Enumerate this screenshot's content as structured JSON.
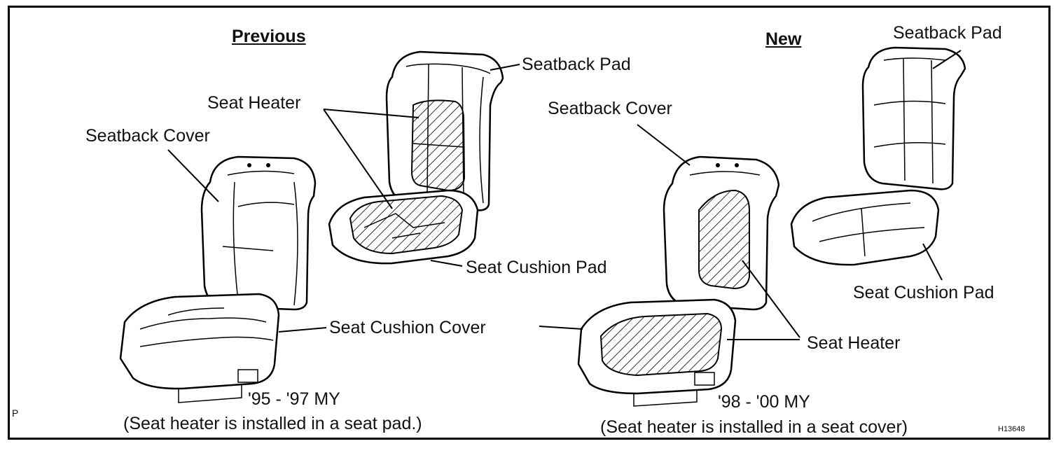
{
  "previous": {
    "heading": "Previous",
    "labels": {
      "seatback_pad": "Seatback Pad",
      "seat_heater": "Seat Heater",
      "seatback_cover": "Seatback Cover",
      "seat_cushion_pad": "Seat Cushion Pad",
      "seat_cushion_cover": "Seat Cushion Cover"
    },
    "model_years": "'95 - '97 MY",
    "note": "(Seat heater is installed in a seat pad.)"
  },
  "new": {
    "heading": "New",
    "labels": {
      "seatback_pad": "Seatback Pad",
      "seatback_cover": "Seatback Cover",
      "seat_cushion_pad": "Seat Cushion Pad",
      "seat_heater": "Seat Heater"
    },
    "model_years": "'98 - '00 MY",
    "note": "(Seat heater is installed in a seat cover)"
  },
  "figure_code": "H13648",
  "corner_mark": "P"
}
